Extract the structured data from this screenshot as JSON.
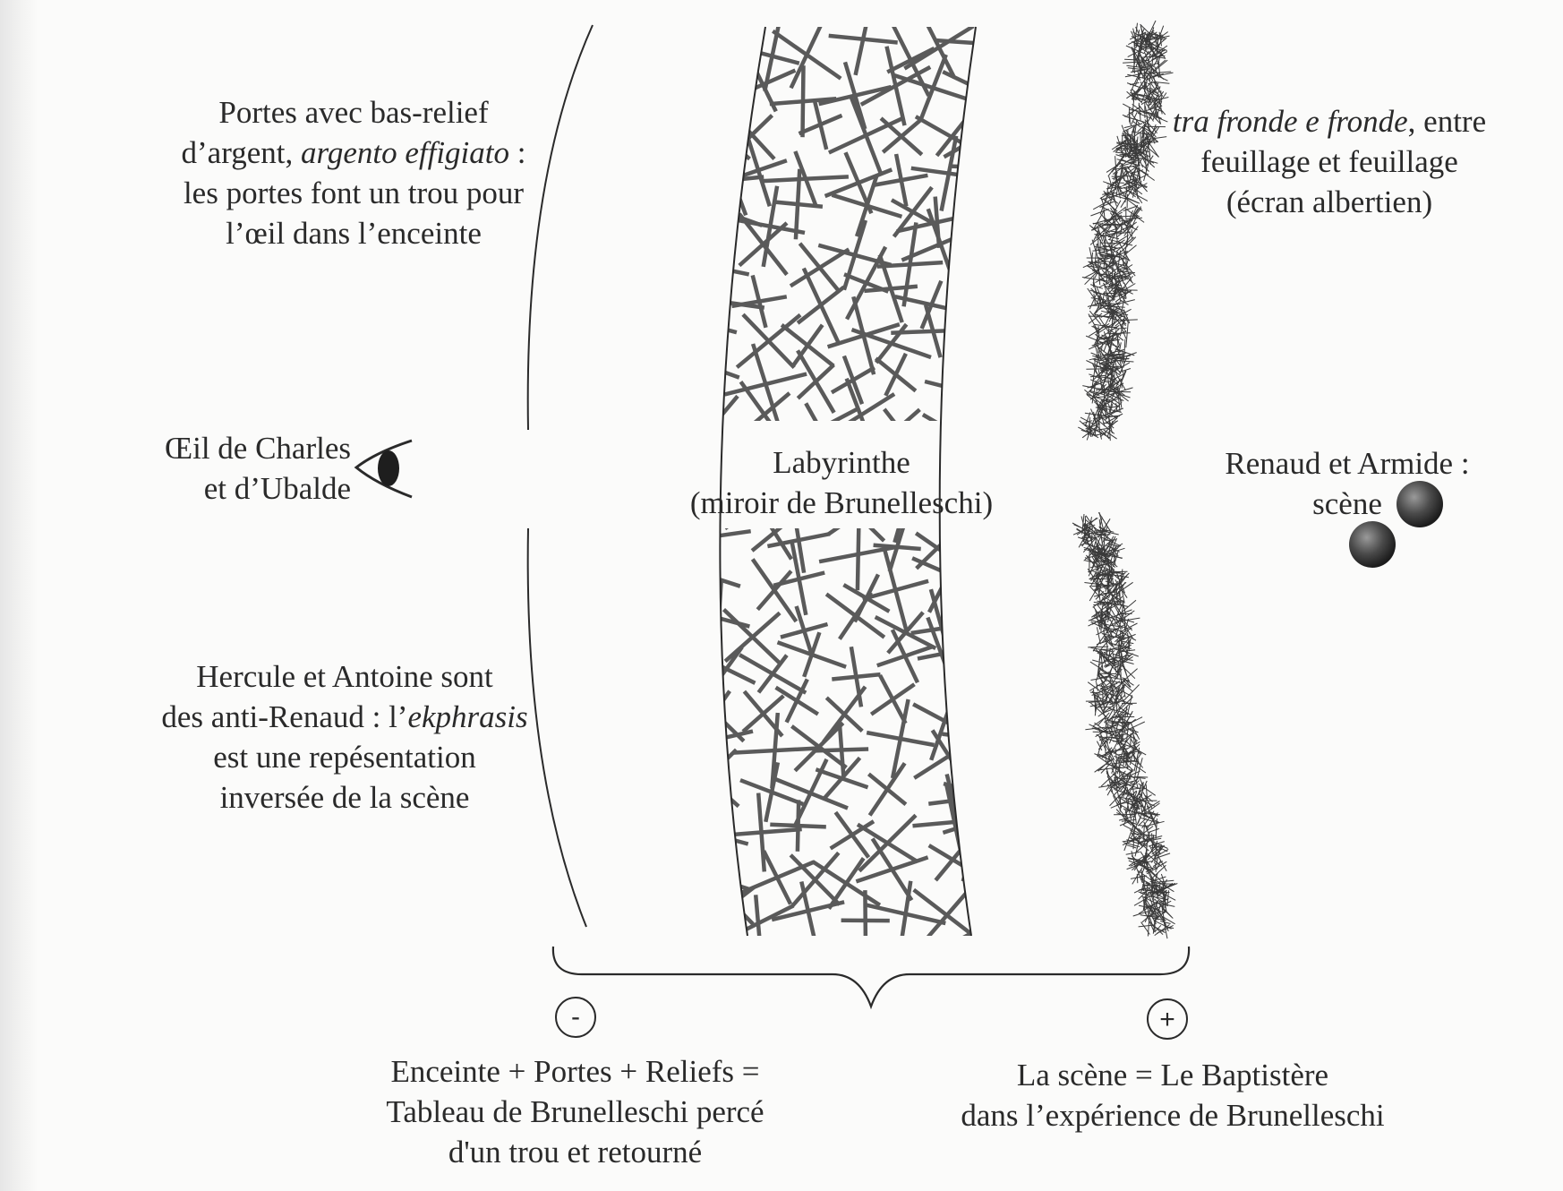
{
  "labels": {
    "portes": {
      "l1": "Portes avec bas-relief",
      "l2_pre": "d’argent, ",
      "l2_italic": "argento effigiato",
      "l2_post": " :",
      "l3": "les portes font un trou pour",
      "l4": "l’œil dans l’enceinte"
    },
    "oeil": {
      "l1": "Œil de Charles",
      "l2": "et d’Ubalde"
    },
    "hercule": {
      "l1": "Hercule et Antoine sont",
      "l2_pre": "des anti-Renaud : l’",
      "l2_italic": "ekphrasis",
      "l3": "est une repésentation",
      "l4": "inversée de la scène"
    },
    "labyrinthe": {
      "l1": "Labyrinthe",
      "l2": "(miroir de Brunelleschi)"
    },
    "tra_fronde": {
      "l1_italic": "tra fronde e fronde",
      "l1_post": ", entre",
      "l2": "feuillage et feuillage",
      "l3": "(écran albertien)"
    },
    "renaud": {
      "l1": "Renaud et Armide :",
      "l2": "scène"
    },
    "enceinte": {
      "l1": "Enceinte + Portes + Reliefs =",
      "l2": "Tableau de Brunelleschi percé",
      "l3": "d'un trou et retourné"
    },
    "scene_bap": {
      "l1": "La scène = Le Baptistère",
      "l2": "dans l’expérience de Brunelleschi"
    }
  },
  "signs": {
    "minus": "-",
    "plus": "+"
  },
  "colors": {
    "ink": "#2a2a2a",
    "mark": "#5a5a5a",
    "hedge": "#3a3a3a",
    "paper": "#fbfbfa",
    "sphere_light": "#9a9a9a",
    "sphere_dark": "#1c1c1c"
  },
  "icons": [
    "eye-icon",
    "minus-sign-icon",
    "plus-sign-icon",
    "sphere-icon"
  ]
}
